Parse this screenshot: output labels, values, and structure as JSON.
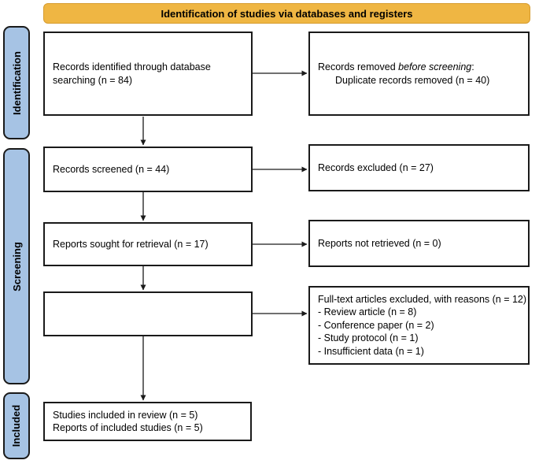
{
  "banner": {
    "label": "Identification of studies via databases and registers"
  },
  "sidebar": {
    "items": [
      {
        "label": "Identification"
      },
      {
        "label": "Screening"
      },
      {
        "label": "Included"
      }
    ]
  },
  "boxes": {
    "identified": "Records identified through database searching (n = 84)",
    "removed_prefix": "Records removed ",
    "removed_italic": "before screening",
    "removed_suffix": ":",
    "removed_detail": "Duplicate records removed (n = 40)",
    "screened": "Records screened (n = 44)",
    "excluded": "Records excluded (n = 27)",
    "sought": "Reports sought for retrieval (n = 17)",
    "not_retrieved": "Reports not retrieved (n = 0)",
    "fulltext_title": "Full-text articles excluded, with reasons (n = 12)",
    "fulltext_reasons": [
      "- Review article (n = 8)",
      "- Conference paper (n = 2)",
      "- Study protocol (n = 1)",
      "- Insufficient data (n = 1)"
    ],
    "included_line1": "Studies included in review (n = 5)",
    "included_line2": "Reports of included studies (n = 5)"
  },
  "colors": {
    "banner_bg": "#EFB643",
    "banner_border": "#D69C2F",
    "sidebar_bg": "#A6C3E4",
    "box_border": "#1A1A1A",
    "arrow": "#1A1A1A"
  }
}
